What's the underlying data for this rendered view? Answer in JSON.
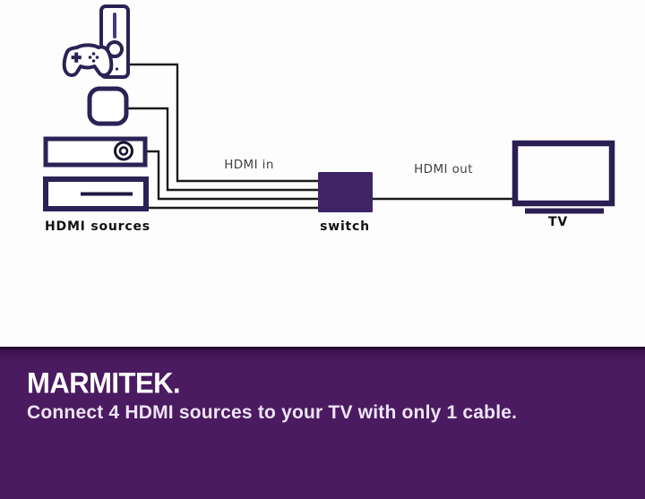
{
  "diagram": {
    "labels": {
      "hdmi_in": "HDMI in",
      "hdmi_out": "HDMI out",
      "hdmi_sources": "HDMI sources",
      "switch": "switch",
      "tv": "TV"
    },
    "icons": [
      "game-console-icon",
      "game-controller-icon",
      "streaming-box-icon",
      "dvd-player-icon",
      "media-player-icon",
      "hdmi-switch-icon",
      "tv-icon"
    ],
    "colors": {
      "device_outline": "#2b2255",
      "cable": "#1b1b1b",
      "switch_fill": "#3e2465",
      "tv_outline": "#2a1e52",
      "label_plain": "#424242",
      "label_strong": "#111111"
    }
  },
  "banner": {
    "brand": "MARMITEK.",
    "tagline": "Connect 4 HDMI sources to your TV with only 1 cable.",
    "background": "#4a1b60",
    "top_border": "#250a33",
    "brand_color": "#ffffff",
    "tagline_color": "#eee4f5"
  }
}
